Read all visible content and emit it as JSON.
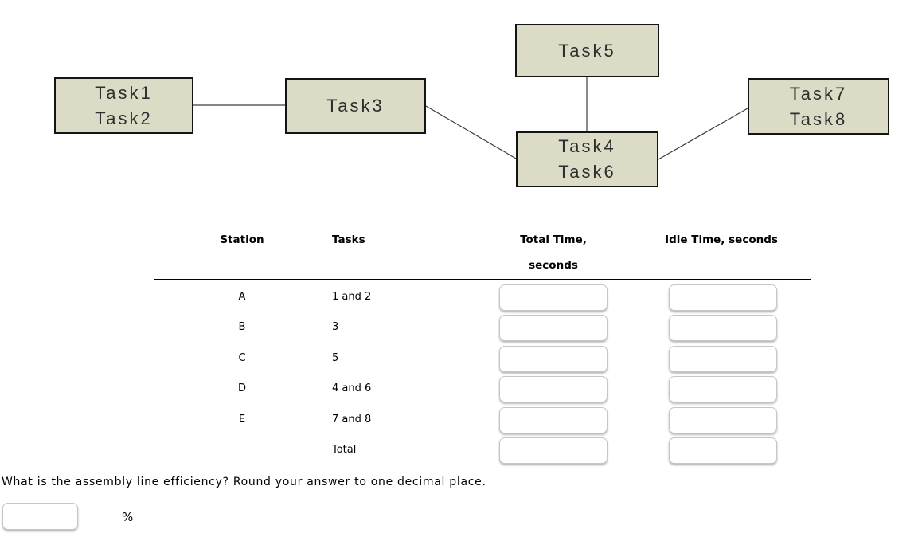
{
  "diagram": {
    "box_fill": "#dcdbc6",
    "box_border": "#141414",
    "nodes": [
      {
        "name": "station-a-node",
        "lines": [
          "Task1",
          "Task2"
        ]
      },
      {
        "name": "station-b-node",
        "lines": [
          "Task3"
        ]
      },
      {
        "name": "station-c-node",
        "lines": [
          "Task5"
        ]
      },
      {
        "name": "station-d-node",
        "lines": [
          "Task4",
          "Task6"
        ]
      },
      {
        "name": "station-e-node",
        "lines": [
          "Task7",
          "Task8"
        ]
      }
    ],
    "edges": [
      {
        "from": "station-a-node",
        "to": "station-b-node"
      },
      {
        "from": "station-b-node",
        "to": "station-d-node"
      },
      {
        "from": "station-c-node",
        "to": "station-d-node"
      },
      {
        "from": "station-d-node",
        "to": "station-e-node"
      }
    ]
  },
  "table": {
    "headers": {
      "station": "Station",
      "tasks": "Tasks",
      "total_time_line1": "Total Time,",
      "total_time_line2": "seconds",
      "idle_time": "Idle Time, seconds"
    },
    "rows": [
      {
        "station": "A",
        "tasks": "1 and 2",
        "total_time_value": "",
        "idle_time_value": ""
      },
      {
        "station": "B",
        "tasks": "3",
        "total_time_value": "",
        "idle_time_value": ""
      },
      {
        "station": "C",
        "tasks": "5",
        "total_time_value": "",
        "idle_time_value": ""
      },
      {
        "station": "D",
        "tasks": "4 and 6",
        "total_time_value": "",
        "idle_time_value": ""
      },
      {
        "station": "E",
        "tasks": "7 and 8",
        "total_time_value": "",
        "idle_time_value": ""
      },
      {
        "station": "",
        "tasks": "Total",
        "total_time_value": "",
        "idle_time_value": ""
      }
    ]
  },
  "question": {
    "text": "What is the assembly line efficiency? Round your answer to one decimal place.",
    "answer_value": "",
    "unit_label": "%"
  }
}
